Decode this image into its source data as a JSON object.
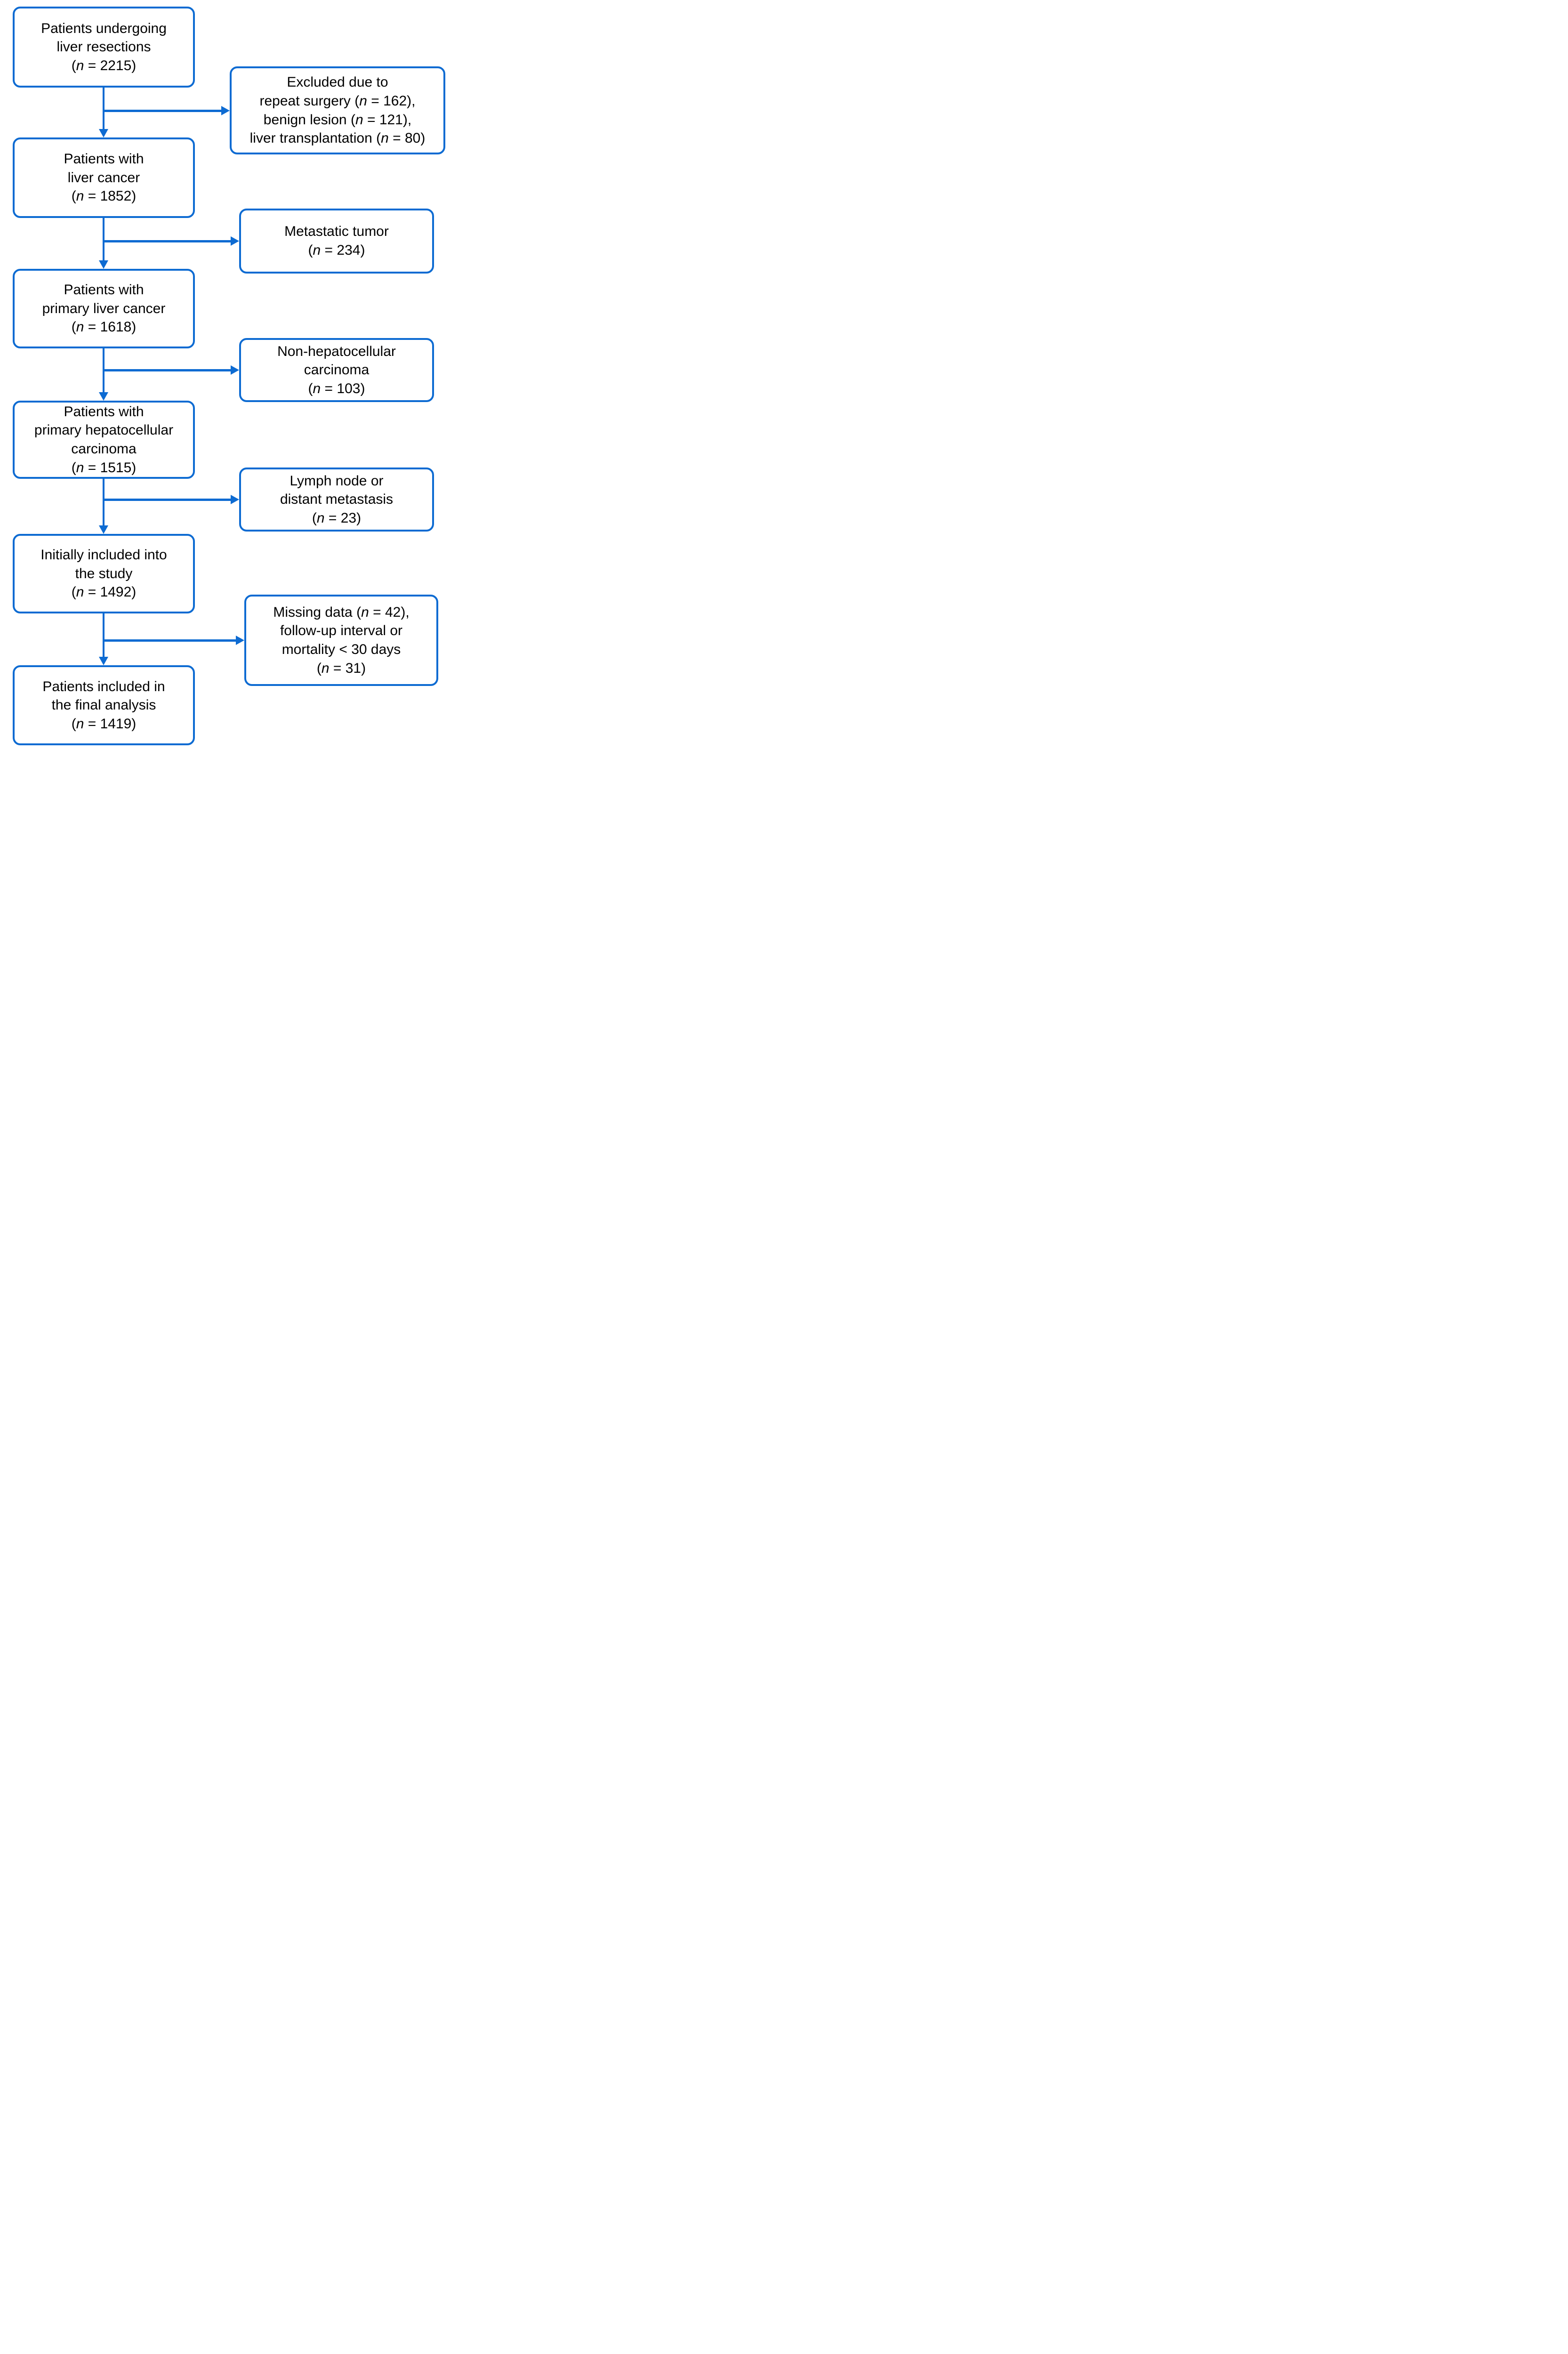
{
  "figure": {
    "type": "patient-flow-diagram",
    "accent_color": "#0d6bd2",
    "text_color": "#000000",
    "background_color": "#ffffff",
    "main_boxes": [
      {
        "id": "patients-undergoing-liver-resections",
        "n": 2215,
        "lines": [
          "Patients undergoing",
          "liver resections",
          "(n = 2215)"
        ]
      },
      {
        "id": "patients-with-liver-cancer",
        "n": 1852,
        "lines": [
          "Patients with",
          "liver cancer",
          "(n = 1852)"
        ]
      },
      {
        "id": "patients-with-primary-liver-cancer",
        "n": 1618,
        "lines": [
          "Patients with",
          "primary liver cancer",
          "(n = 1618)"
        ]
      },
      {
        "id": "patients-with-primary-hepatocellular-carcinoma",
        "n": 1515,
        "lines": [
          "Patients with",
          "primary hepatocellular",
          "carcinoma",
          "(n = 1515)"
        ]
      },
      {
        "id": "initially-included-into-the-study",
        "n": 1492,
        "lines": [
          "Initially included into",
          "the study",
          "(n = 1492)"
        ]
      },
      {
        "id": "patients-included-in-the-final-analysis",
        "n": 1419,
        "lines": [
          "Patients included in",
          "the final analysis",
          "(n = 1419)"
        ]
      }
    ],
    "exclusion_boxes": [
      {
        "id": "excluded-repeat-surgery-benign-lesion-transplantation",
        "n_values": [
          162,
          121,
          80
        ],
        "lines": [
          "Excluded due to",
          "repeat surgery (n = 162),",
          "benign lesion (n = 121),",
          "liver transplantation (n = 80)"
        ]
      },
      {
        "id": "metastatic-tumor",
        "n_values": [
          234
        ],
        "lines": [
          "Metastatic tumor",
          "(n = 234)"
        ]
      },
      {
        "id": "non-hepatocellular-carcinoma",
        "n_values": [
          103
        ],
        "lines": [
          "Non-hepatocellular",
          "carcinoma",
          "(n = 103)"
        ]
      },
      {
        "id": "lymph-node-or-distant-metastasis",
        "n_values": [
          23
        ],
        "lines": [
          "Lymph node or",
          "distant metastasis",
          "(n = 23)"
        ]
      },
      {
        "id": "missing-data-followup-mortality",
        "n_values": [
          42,
          31
        ],
        "lines": [
          "Missing data (n = 42),",
          "follow-up interval or",
          "mortality < 30 days",
          "(n = 31)"
        ]
      }
    ]
  }
}
